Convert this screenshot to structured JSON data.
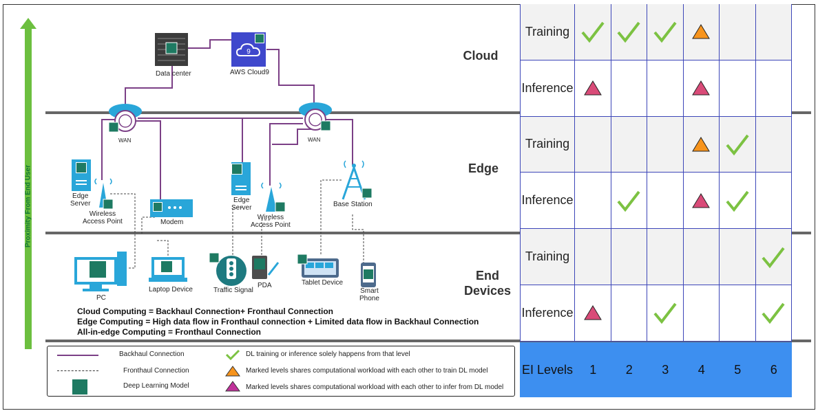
{
  "colors": {
    "backhaul": "#7b3f86",
    "check": "#7cc242",
    "training_triangle": "#f7941d",
    "inference_triangle": "#d94b78",
    "arrow": "#6cbf3f",
    "table_lines": "#3b45b8",
    "table_shade": "#f2f2f2",
    "ei_row": "#3d8ff0",
    "model_icon": "#1e7a62",
    "device_blue": "#29a6d9"
  },
  "axis": {
    "label": "Proximity From End User"
  },
  "levels": {
    "cloud": "Cloud",
    "edge": "Edge",
    "end_devices": "End\nDevices"
  },
  "nodes": {
    "data_center": "Data center",
    "aws_cloud9": "AWS Cloud9",
    "wan_left": "WAN",
    "wan_right": "WAN",
    "edge_server_left": "Edge\nServer",
    "wap_left": "Wireless\nAccess Point",
    "modem": "Modem",
    "edge_server_mid": "Edge\nServer",
    "wap_mid": "Wireless\nAccess Point",
    "base_station": "Base Station",
    "pc": "PC",
    "laptop": "Laptop Device",
    "traffic_signal": "Traffic Signal",
    "pda": "PDA",
    "tablet": "Tablet Device",
    "smart_phone": "Smart\nPhone"
  },
  "equations": [
    "Cloud  Computing = Backhaul Connection+ Fronthaul Connection",
    "Edge Computing = High data flow in Fronthaul connection + Limited data flow in Backhaul Connection",
    "All-in-edge Computing = Fronthaul Connection"
  ],
  "legend": {
    "backhaul": "Backhaul Connection",
    "fronthaul": "Fronthaul Connection",
    "model": "Deep Learning Model",
    "check": "DL training or inference solely happens from that level",
    "orange": "Marked levels shares computational workload with each other to train DL model",
    "pink": "Marked levels shares computational workload with each other to infer from DL model"
  },
  "table": {
    "columns": [
      "1",
      "2",
      "3",
      "4",
      "5",
      "6"
    ],
    "footer_label": "EI Levels",
    "rows": [
      {
        "level": "Cloud",
        "label": "Training",
        "marks": [
          "check",
          "check",
          "check",
          "orange",
          "",
          ""
        ]
      },
      {
        "level": "Cloud",
        "label": "Inference",
        "marks": [
          "pink",
          "",
          "",
          "pink",
          "",
          ""
        ]
      },
      {
        "level": "Edge",
        "label": "Training",
        "marks": [
          "",
          "",
          "",
          "orange",
          "check",
          ""
        ]
      },
      {
        "level": "Edge",
        "label": "Inference",
        "marks": [
          "",
          "check",
          "",
          "pink",
          "check",
          ""
        ]
      },
      {
        "level": "End Devices",
        "label": "Training",
        "marks": [
          "",
          "",
          "",
          "",
          "",
          "check"
        ]
      },
      {
        "level": "End Devices",
        "label": "Inference",
        "marks": [
          "pink",
          "",
          "check",
          "",
          "",
          "check"
        ]
      }
    ]
  }
}
